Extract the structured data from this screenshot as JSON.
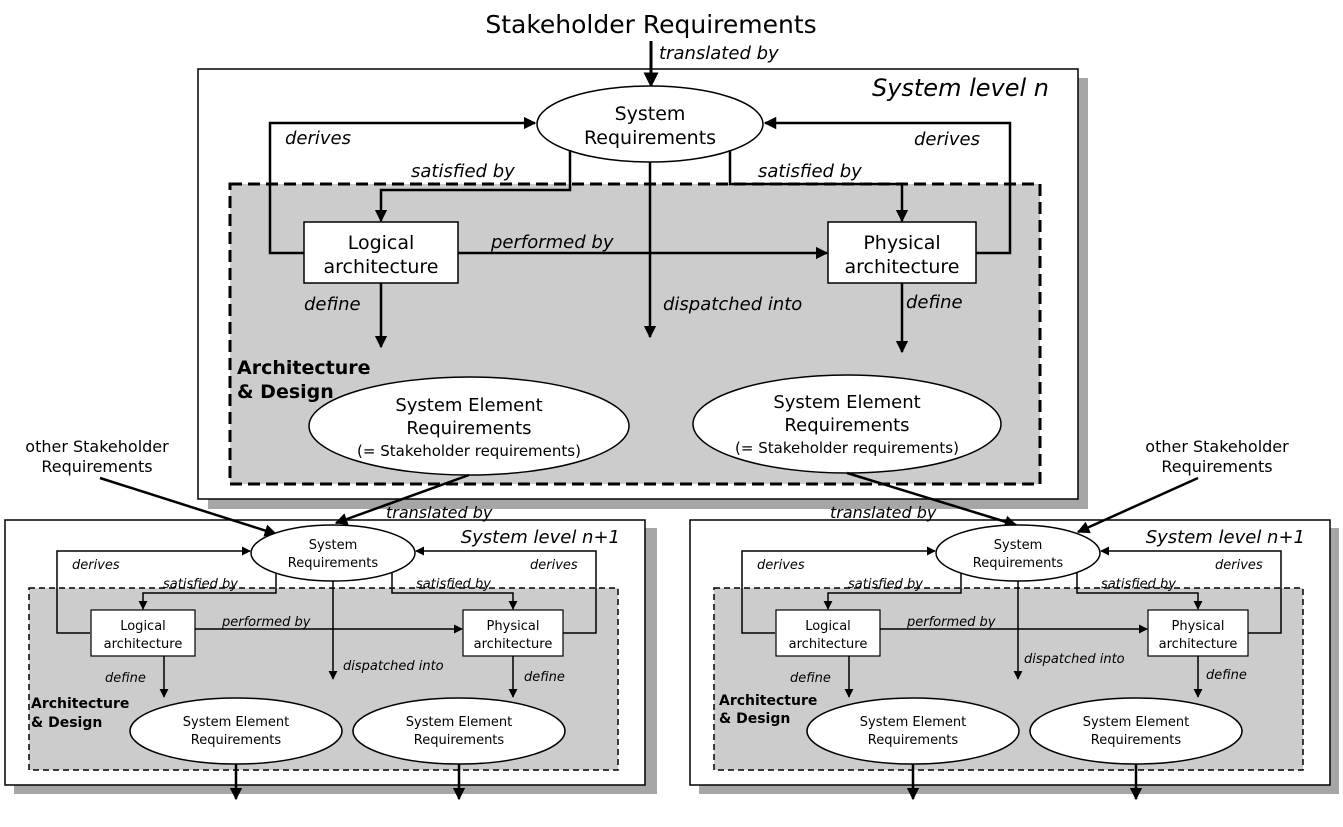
{
  "title": "Stakeholder Requirements",
  "top": {
    "translated_by": "translated by",
    "level_label": "System level n",
    "system_requirements": [
      "System",
      "Requirements"
    ],
    "derives_left": "derives",
    "derives_right": "derives",
    "satisfied_by_left": "satisfied by",
    "satisfied_by_right": "satisfied by",
    "logical_architecture": [
      "Logical",
      "architecture"
    ],
    "physical_architecture": [
      "Physical",
      "architecture"
    ],
    "performed_by": "performed by",
    "define_left": "define",
    "define_right": "define",
    "dispatched_into": "dispatched into",
    "arch_design": [
      "Architecture",
      "& Design"
    ],
    "element_left": [
      "System Element",
      "Requirements",
      "(= Stakeholder requirements)"
    ],
    "element_right": [
      "System Element",
      "Requirements",
      "(= Stakeholder requirements)"
    ]
  },
  "left": {
    "other_stakeholder": [
      "other Stakeholder",
      "Requirements"
    ],
    "translated_by": "translated by",
    "level_label": "System level n+1",
    "system_requirements": [
      "System",
      "Requirements"
    ],
    "derives_left": "derives",
    "derives_right": "derives",
    "satisfied_by_left": "satisfied by",
    "satisfied_by_right": "satisfied by",
    "logical_architecture": [
      "Logical",
      "architecture"
    ],
    "physical_architecture": [
      "Physical",
      "architecture"
    ],
    "performed_by": "performed by",
    "define_left": "define",
    "define_right": "define",
    "dispatched_into": "dispatched into",
    "arch_design": [
      "Architecture",
      "& Design"
    ],
    "element_left": [
      "System Element",
      "Requirements"
    ],
    "element_right": [
      "System Element",
      "Requirements"
    ]
  },
  "right": {
    "other_stakeholder": [
      "other Stakeholder",
      "Requirements"
    ],
    "translated_by": "translated by",
    "level_label": "System level n+1",
    "system_requirements": [
      "System",
      "Requirements"
    ],
    "derives_left": "derives",
    "derives_right": "derives",
    "satisfied_by_left": "satisfied by",
    "satisfied_by_right": "satisfied by",
    "logical_architecture": [
      "Logical",
      "architecture"
    ],
    "physical_architecture": [
      "Physical",
      "architecture"
    ],
    "performed_by": "performed by",
    "define_left": "define",
    "define_right": "define",
    "dispatched_into": "dispatched into",
    "arch_design": [
      "Architecture",
      "& Design"
    ],
    "element_left": [
      "System Element",
      "Requirements"
    ],
    "element_right": [
      "System Element",
      "Requirements"
    ]
  },
  "colors": {
    "area_fill": "#cccccc",
    "shadow": "#a6a6a6",
    "line": "#000000",
    "box": "#ffffff"
  }
}
